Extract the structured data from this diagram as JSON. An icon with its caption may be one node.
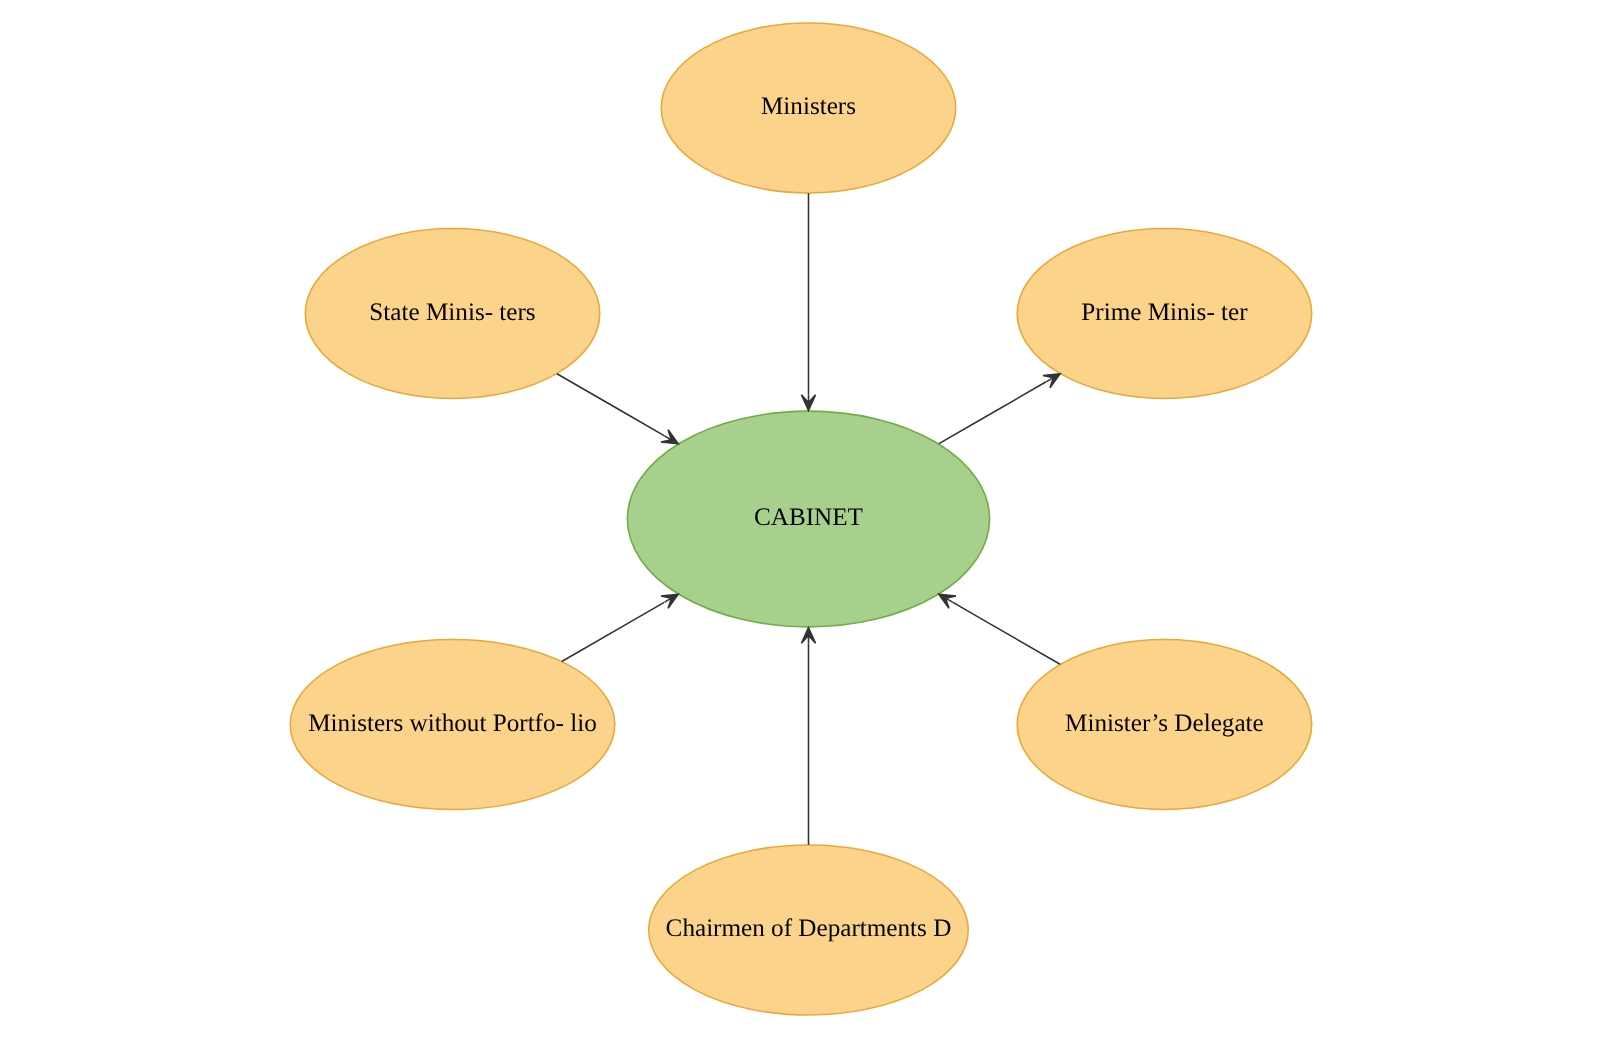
{
  "diagram": {
    "nodes": [
      {
        "text": [
          "Prime Minis- ter"
        ]
      },
      {
        "text": [
          "Ministers"
        ]
      },
      {
        "text": [
          "State Minis- ters"
        ]
      },
      {
        "text": [
          "CABINET"
        ]
      },
      {
        "text": [
          "Ministers without Portfo- lio"
        ]
      },
      {
        "text": [
          "Chairmen of Departments D"
        ]
      },
      {
        "text": [
          "Minister’s Delegate"
        ]
      }
    ],
    "edges": [
      {
        "from": 3,
        "to": 0,
        "arrow": "to"
      },
      {
        "from": 1,
        "to": 3,
        "arrow": "to"
      },
      {
        "from": 2,
        "to": 3,
        "arrow": "to"
      },
      {
        "from": 4,
        "to": 3,
        "arrow": "to"
      },
      {
        "from": 5,
        "to": 3,
        "arrow": "to"
      },
      {
        "from": 6,
        "to": 3,
        "arrow": "to"
      }
    ]
  }
}
